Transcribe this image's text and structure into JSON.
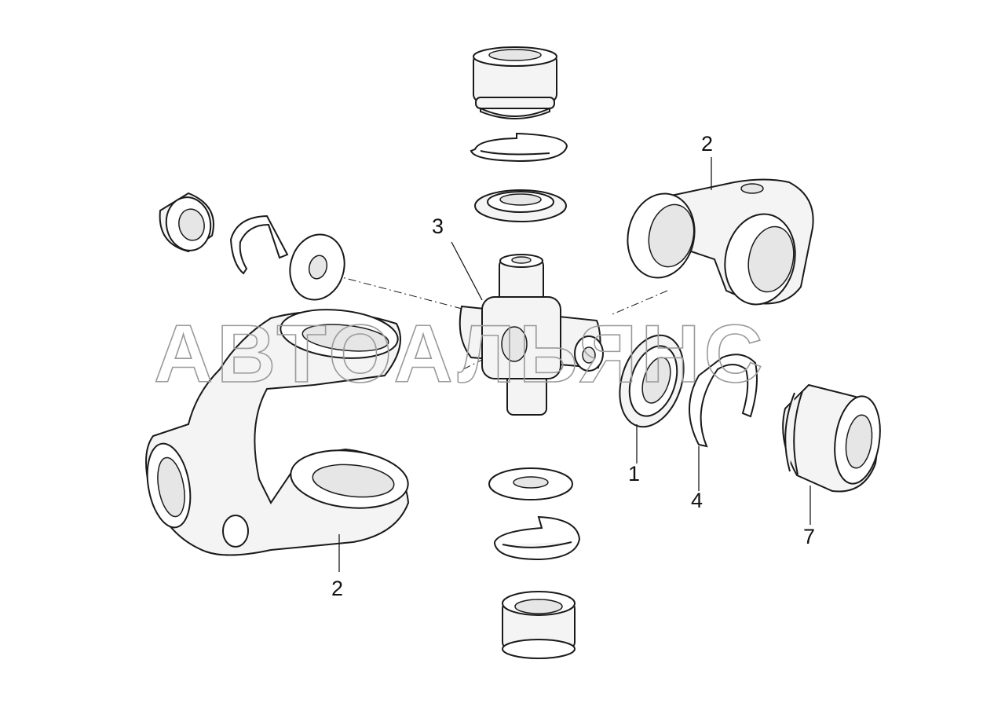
{
  "watermark": "АВТОАЛЬЯНС",
  "callouts": {
    "c1": "1",
    "c2_top": "2",
    "c2_bottom": "2",
    "c3": "3",
    "c4": "4",
    "c7": "7"
  }
}
